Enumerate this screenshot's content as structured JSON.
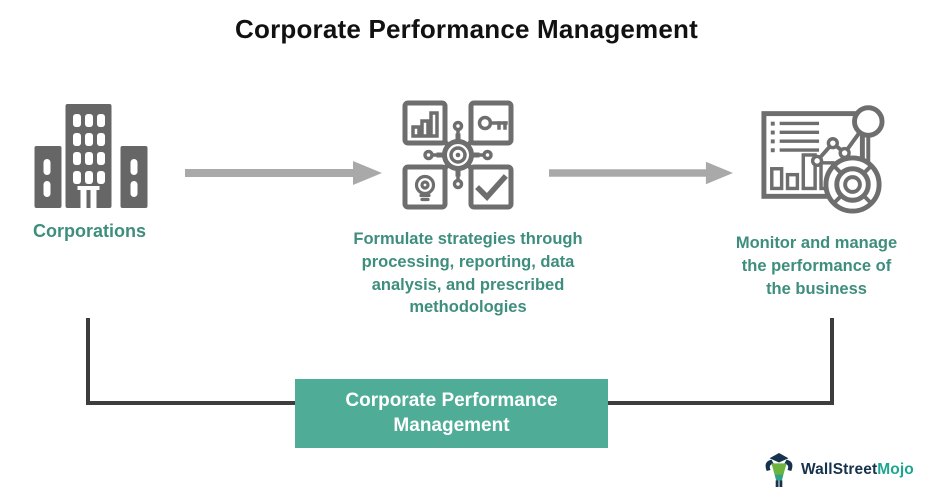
{
  "title": "Corporate Performance Management",
  "flow": {
    "step1": {
      "icon": "corporations-buildings-icon",
      "label": "Corporations"
    },
    "arrow1": {
      "icon": "right-arrow-icon"
    },
    "step2": {
      "icon": "strategy-gear-icon",
      "label": "Formulate strategies through\nprocessing, reporting, data\nanalysis, and prescribed\nmethodologies"
    },
    "arrow2": {
      "icon": "right-arrow-icon"
    },
    "step3": {
      "icon": "monitor-dashboard-icon",
      "label": "Monitor and manage\nthe performance of\nthe business"
    }
  },
  "result_box": {
    "label": "Corporate Performance\nManagement"
  },
  "logo": {
    "icon": "wallstreetmojo-mascot-icon",
    "brand_primary": "WallStreet",
    "brand_secondary": "Mojo"
  },
  "colors": {
    "title_text": "#111111",
    "teal_label_text": "#3E8E7E",
    "result_box_background": "#4FAD97",
    "result_box_text": "#FFFFFF",
    "solid_icon_gray": "#666666",
    "outline_icon_gray": "#6E6E6E",
    "arrow_gray": "#A9A9A9",
    "bracket_line": "#3D3D3D",
    "logo_primary_text": "#16324C",
    "logo_secondary_text": "#1CA692"
  }
}
